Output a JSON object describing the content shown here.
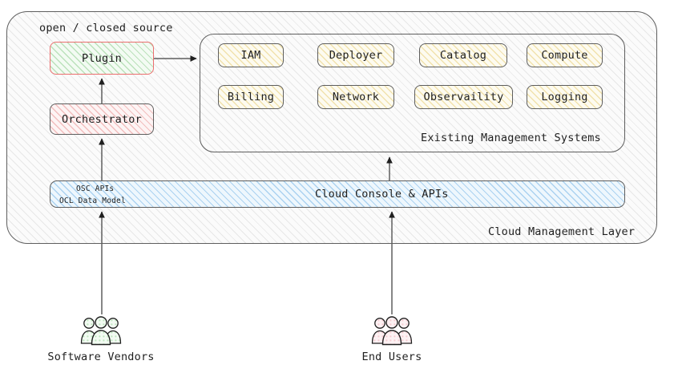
{
  "diagram": {
    "outer_container": {
      "label": "Cloud Management Layer"
    },
    "annotation": {
      "open_closed_source": "open / closed source"
    },
    "left_stack": {
      "plugin": {
        "label": "Plugin",
        "fill": "#f3fbf3",
        "border": "#eb6f6f"
      },
      "orchestrator": {
        "label": "Orchestrator",
        "fill": "#fdf4f4",
        "border": "#5e5e5e"
      }
    },
    "ems_container": {
      "label": "Existing Management Systems",
      "items": [
        {
          "label": "IAM"
        },
        {
          "label": "Deployer"
        },
        {
          "label": "Catalog"
        },
        {
          "label": "Compute"
        },
        {
          "label": "Billing"
        },
        {
          "label": "Network"
        },
        {
          "label": "Observaility"
        },
        {
          "label": "Logging"
        }
      ]
    },
    "api_bar": {
      "title": "Cloud Console & APIs",
      "left_line_1": "OSC APIs",
      "left_line_2": "OCL Data Model",
      "fill": "#eef7fd"
    },
    "actors": [
      {
        "id": "software-vendors",
        "label": "Software Vendors",
        "icon": "users-icon",
        "color": "#dff3df"
      },
      {
        "id": "end-users",
        "label": "End Users",
        "icon": "users-icon",
        "color": "#fbdfe2"
      }
    ],
    "colors": {
      "stroke": "#5e5e5e",
      "arrow": "#333333",
      "text": "#1f1f1f",
      "accent_red": "#eb6f6f",
      "accent_blue": "#5aa5e1",
      "accent_yellow": "#e2c45c",
      "accent_green": "#6ebe6e"
    }
  }
}
